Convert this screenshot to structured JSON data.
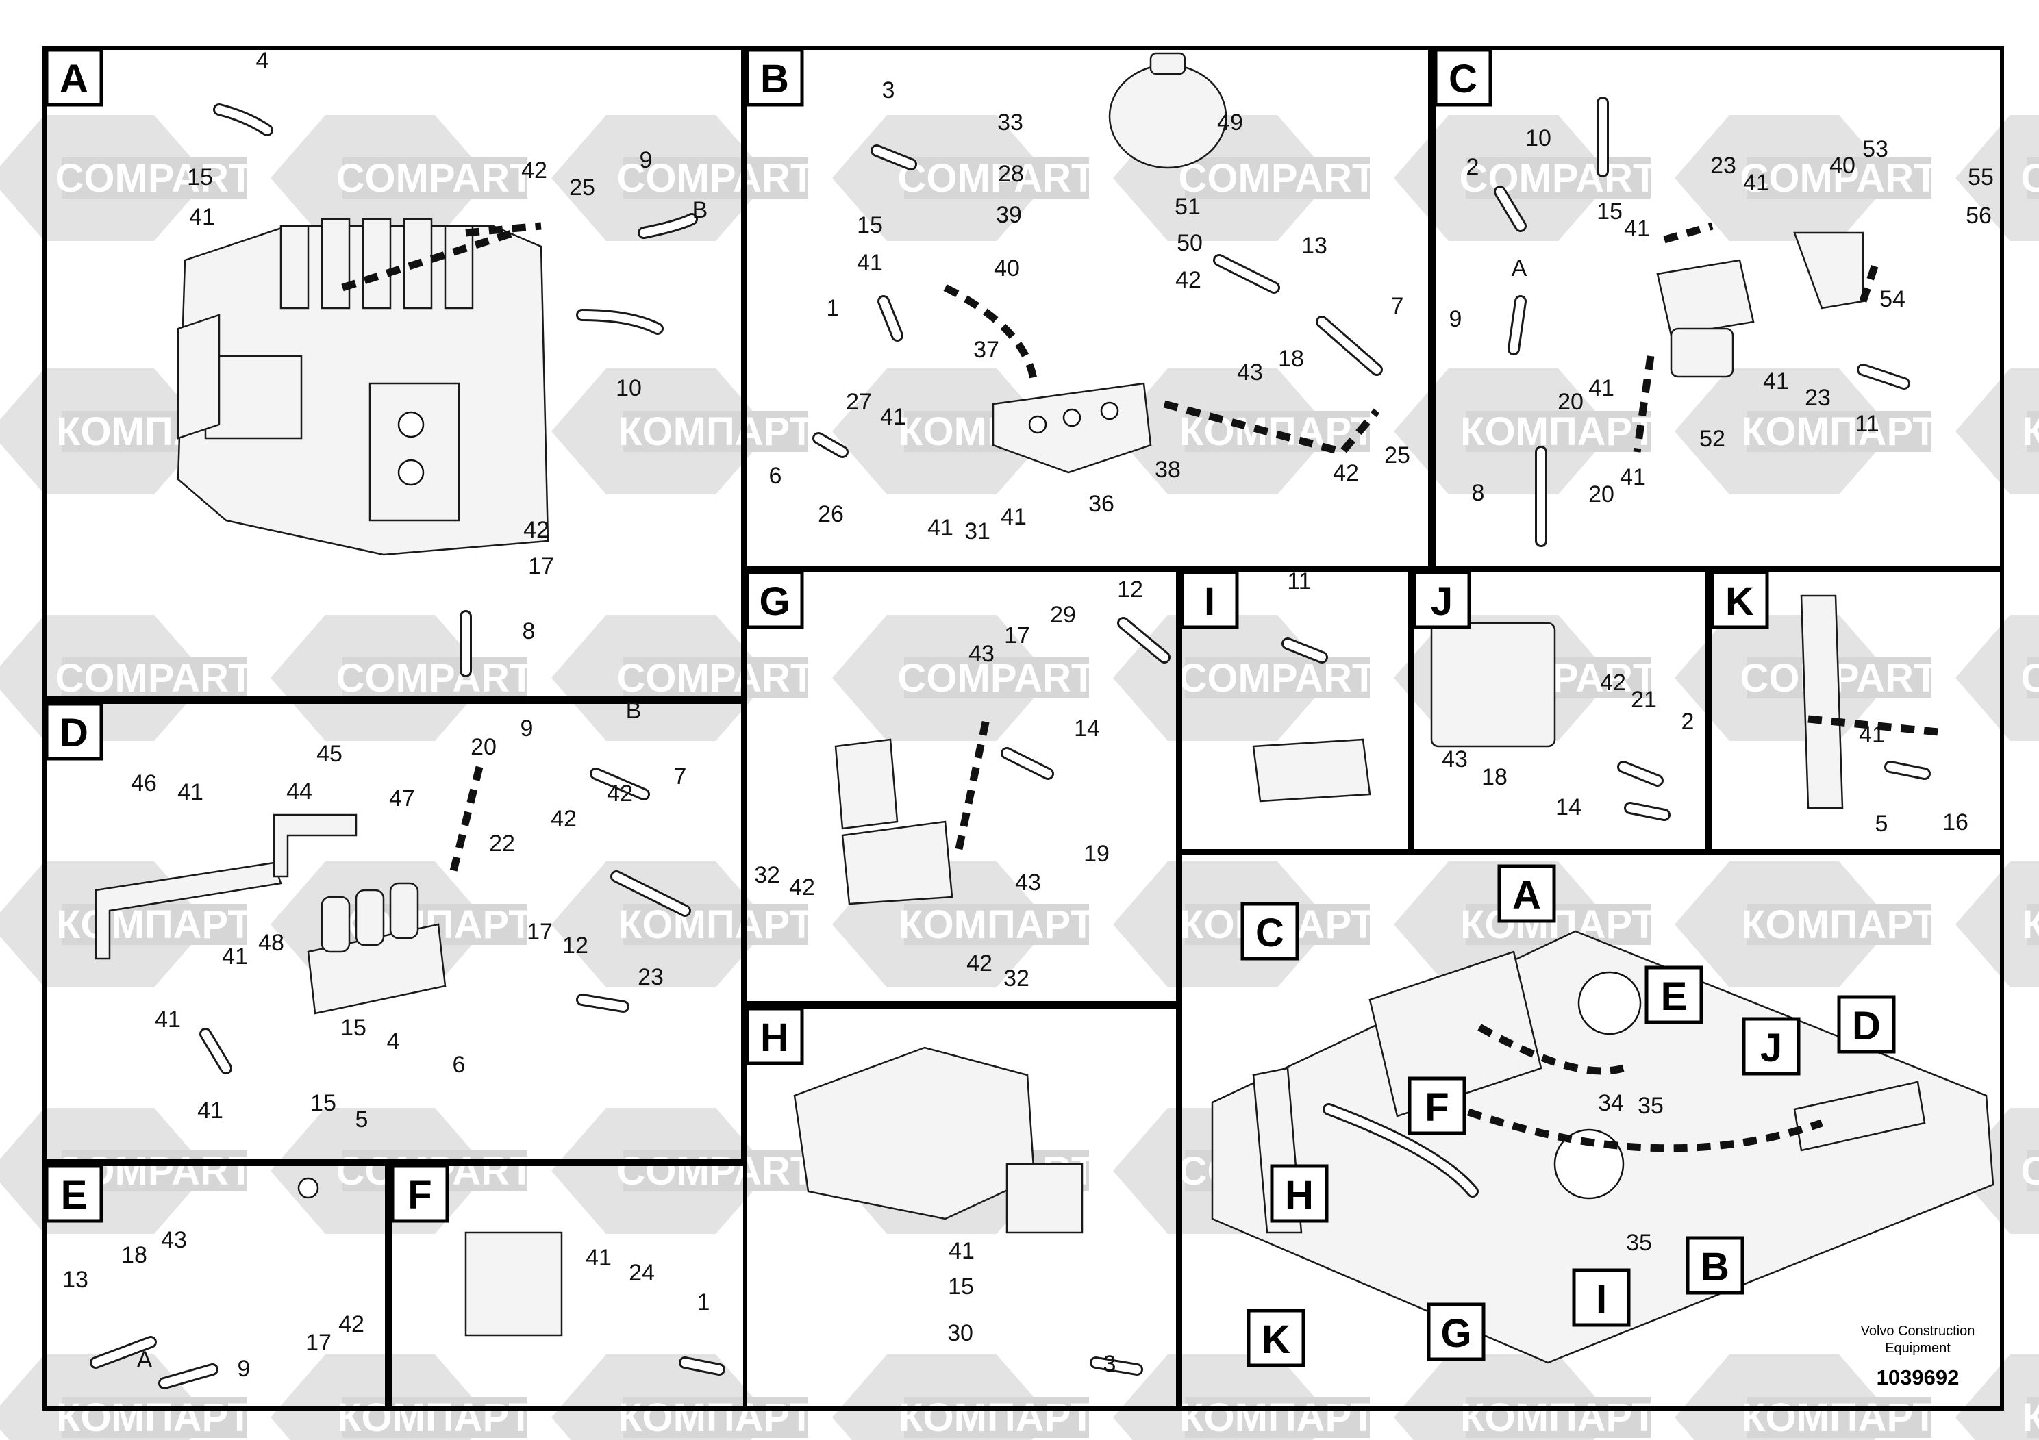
{
  "panels": [
    {
      "letter": "A",
      "labels": [
        "4",
        "15",
        "41",
        "42",
        "25",
        "9",
        "B",
        "10",
        "42",
        "17",
        "8"
      ]
    },
    {
      "letter": "B",
      "labels": [
        "3",
        "33",
        "28",
        "15",
        "41",
        "39",
        "40",
        "49",
        "51",
        "50",
        "42",
        "13",
        "7",
        "1",
        "37",
        "27",
        "41",
        "18",
        "43",
        "6",
        "26",
        "41",
        "31",
        "41",
        "36",
        "38",
        "42",
        "25"
      ]
    },
    {
      "letter": "C",
      "labels": [
        "10",
        "2",
        "23",
        "41",
        "40",
        "53",
        "55",
        "56",
        "15",
        "41",
        "A",
        "9",
        "54",
        "20",
        "41",
        "52",
        "41",
        "23",
        "11",
        "8",
        "20",
        "41"
      ]
    },
    {
      "letter": "D",
      "labels": [
        "45",
        "44",
        "47",
        "46",
        "41",
        "20",
        "9",
        "B",
        "7",
        "42",
        "22",
        "42",
        "17",
        "12",
        "23",
        "41",
        "48",
        "41",
        "15",
        "4",
        "6",
        "41",
        "15",
        "5"
      ]
    },
    {
      "letter": "E",
      "labels": [
        "18",
        "43",
        "13",
        "42",
        "A",
        "9",
        "17"
      ]
    },
    {
      "letter": "F",
      "labels": [
        "41",
        "24",
        "1"
      ]
    },
    {
      "letter": "G",
      "labels": [
        "12",
        "29",
        "17",
        "43",
        "14",
        "19",
        "32",
        "42",
        "43",
        "42",
        "32"
      ]
    },
    {
      "letter": "H",
      "labels": [
        "41",
        "15",
        "30",
        "3"
      ]
    },
    {
      "letter": "I",
      "labels": [
        "11"
      ]
    },
    {
      "letter": "J",
      "labels": [
        "42",
        "21",
        "2",
        "43",
        "18",
        "14"
      ]
    },
    {
      "letter": "K",
      "labels": [
        "41",
        "5",
        "16"
      ]
    }
  ],
  "overview_tags": [
    "A",
    "C",
    "E",
    "J",
    "D",
    "F",
    "H",
    "B",
    "G",
    "I",
    "K"
  ],
  "overview_numbers": [
    "34",
    "35",
    "35"
  ],
  "watermarks": [
    "COMPART",
    "КОМПАРТ"
  ],
  "caption": {
    "line1": "Volvo Construction",
    "line2": "Equipment"
  },
  "doc_number": "1039692"
}
